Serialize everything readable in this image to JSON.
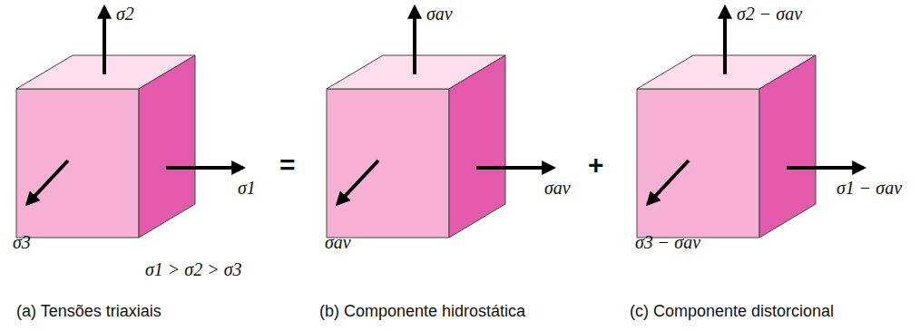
{
  "diagram": {
    "labels": [
      "σ2",
      "σ1",
      "σ3",
      "σ1 > σ2 > σ3",
      "=",
      "σav",
      "σav",
      "σav",
      "+",
      "σ2 − σav",
      "σ1 − σav",
      "σ3 − σav",
      "(a) Tensões triaxiais",
      "(b) Componente hidrostática",
      "(c) Componente distorcional"
    ]
  }
}
